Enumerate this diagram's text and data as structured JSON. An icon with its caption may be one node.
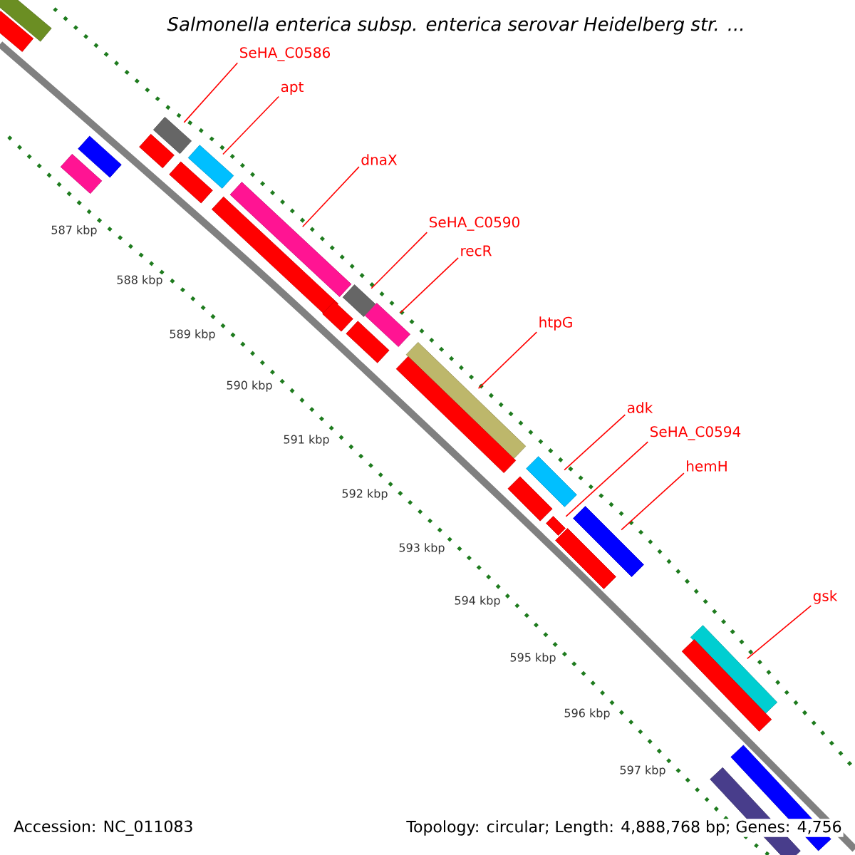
{
  "diagram": {
    "title": "*Salmonella enterica* subsp. *enterica* serovar Heidelberg str. ...",
    "nodes": [
      {
        "text": [
          "SeHA_C0586"
        ]
      },
      {
        "text": [
          "apt"
        ]
      },
      {
        "text": [
          "dnaX"
        ]
      },
      {
        "text": [
          "SeHA_C0590"
        ]
      },
      {
        "text": [
          "recR"
        ]
      },
      {
        "text": [
          "htpG"
        ]
      },
      {
        "text": [
          "adk"
        ]
      },
      {
        "text": [
          "SeHA_C0594"
        ]
      },
      {
        "text": [
          "hemH"
        ]
      },
      {
        "text": [
          "gsk"
        ]
      },
      {
        "text": [],
        "shape": "bar"
      },
      {
        "text": [],
        "shape": "bar"
      },
      {
        "text": [],
        "shape": "bar"
      },
      {
        "text": [],
        "shape": "bar"
      },
      {
        "text": [],
        "shape": "bar"
      },
      {
        "text": [],
        "shape": "bar"
      },
      {
        "text": [],
        "shape": "bar"
      },
      {
        "text": [],
        "shape": "bar"
      },
      {
        "text": [],
        "shape": "bar"
      },
      {
        "text": [],
        "shape": "bar"
      },
      {
        "text": [],
        "shape": "bar"
      },
      {
        "text": [],
        "shape": "bar"
      },
      {
        "text": [],
        "shape": "bar"
      },
      {
        "text": [],
        "shape": "bar"
      },
      {
        "text": [],
        "shape": "bar"
      },
      {
        "text": [],
        "shape": "bar"
      },
      {
        "text": [],
        "shape": "bar"
      },
      {
        "text": [],
        "shape": "bar"
      },
      {
        "text": [],
        "shape": "bar"
      },
      {
        "text": [],
        "shape": "bar"
      },
      {
        "text": [],
        "shape": "bar"
      },
      {
        "text": [],
        "shape": "bar"
      },
      {
        "text": [],
        "shape": "bar"
      },
      {
        "text": [],
        "shape": "bar"
      },
      {
        "text": [],
        "shape": "bar"
      }
    ],
    "edges": [
      {
        "from": 0,
        "to": 10,
        "arrow": "none"
      },
      {
        "from": 1,
        "to": 11,
        "arrow": "none"
      },
      {
        "from": 2,
        "to": 12,
        "arrow": "none"
      },
      {
        "from": 3,
        "to": 13,
        "arrow": "none"
      },
      {
        "from": 4,
        "to": 14,
        "arrow": "none"
      },
      {
        "from": 5,
        "to": 15,
        "arrow": "none"
      },
      {
        "from": 6,
        "to": 16,
        "arrow": "none"
      },
      {
        "from": 7,
        "to": 17,
        "arrow": "none"
      },
      {
        "from": 8,
        "to": 18,
        "arrow": "none"
      },
      {
        "from": 9,
        "to": 19,
        "arrow": "none"
      }
    ],
    "labels": [
      "587 kbp",
      "588 kbp",
      "589 kbp",
      "590 kbp",
      "591 kbp",
      "592 kbp",
      "593 kbp",
      "594 kbp",
      "595 kbp",
      "596 kbp",
      "597 kbp",
      "Accession: NC_011083",
      "Topology: circular; Length: 4,888,768 bp; Genes: 4,756"
    ]
  }
}
